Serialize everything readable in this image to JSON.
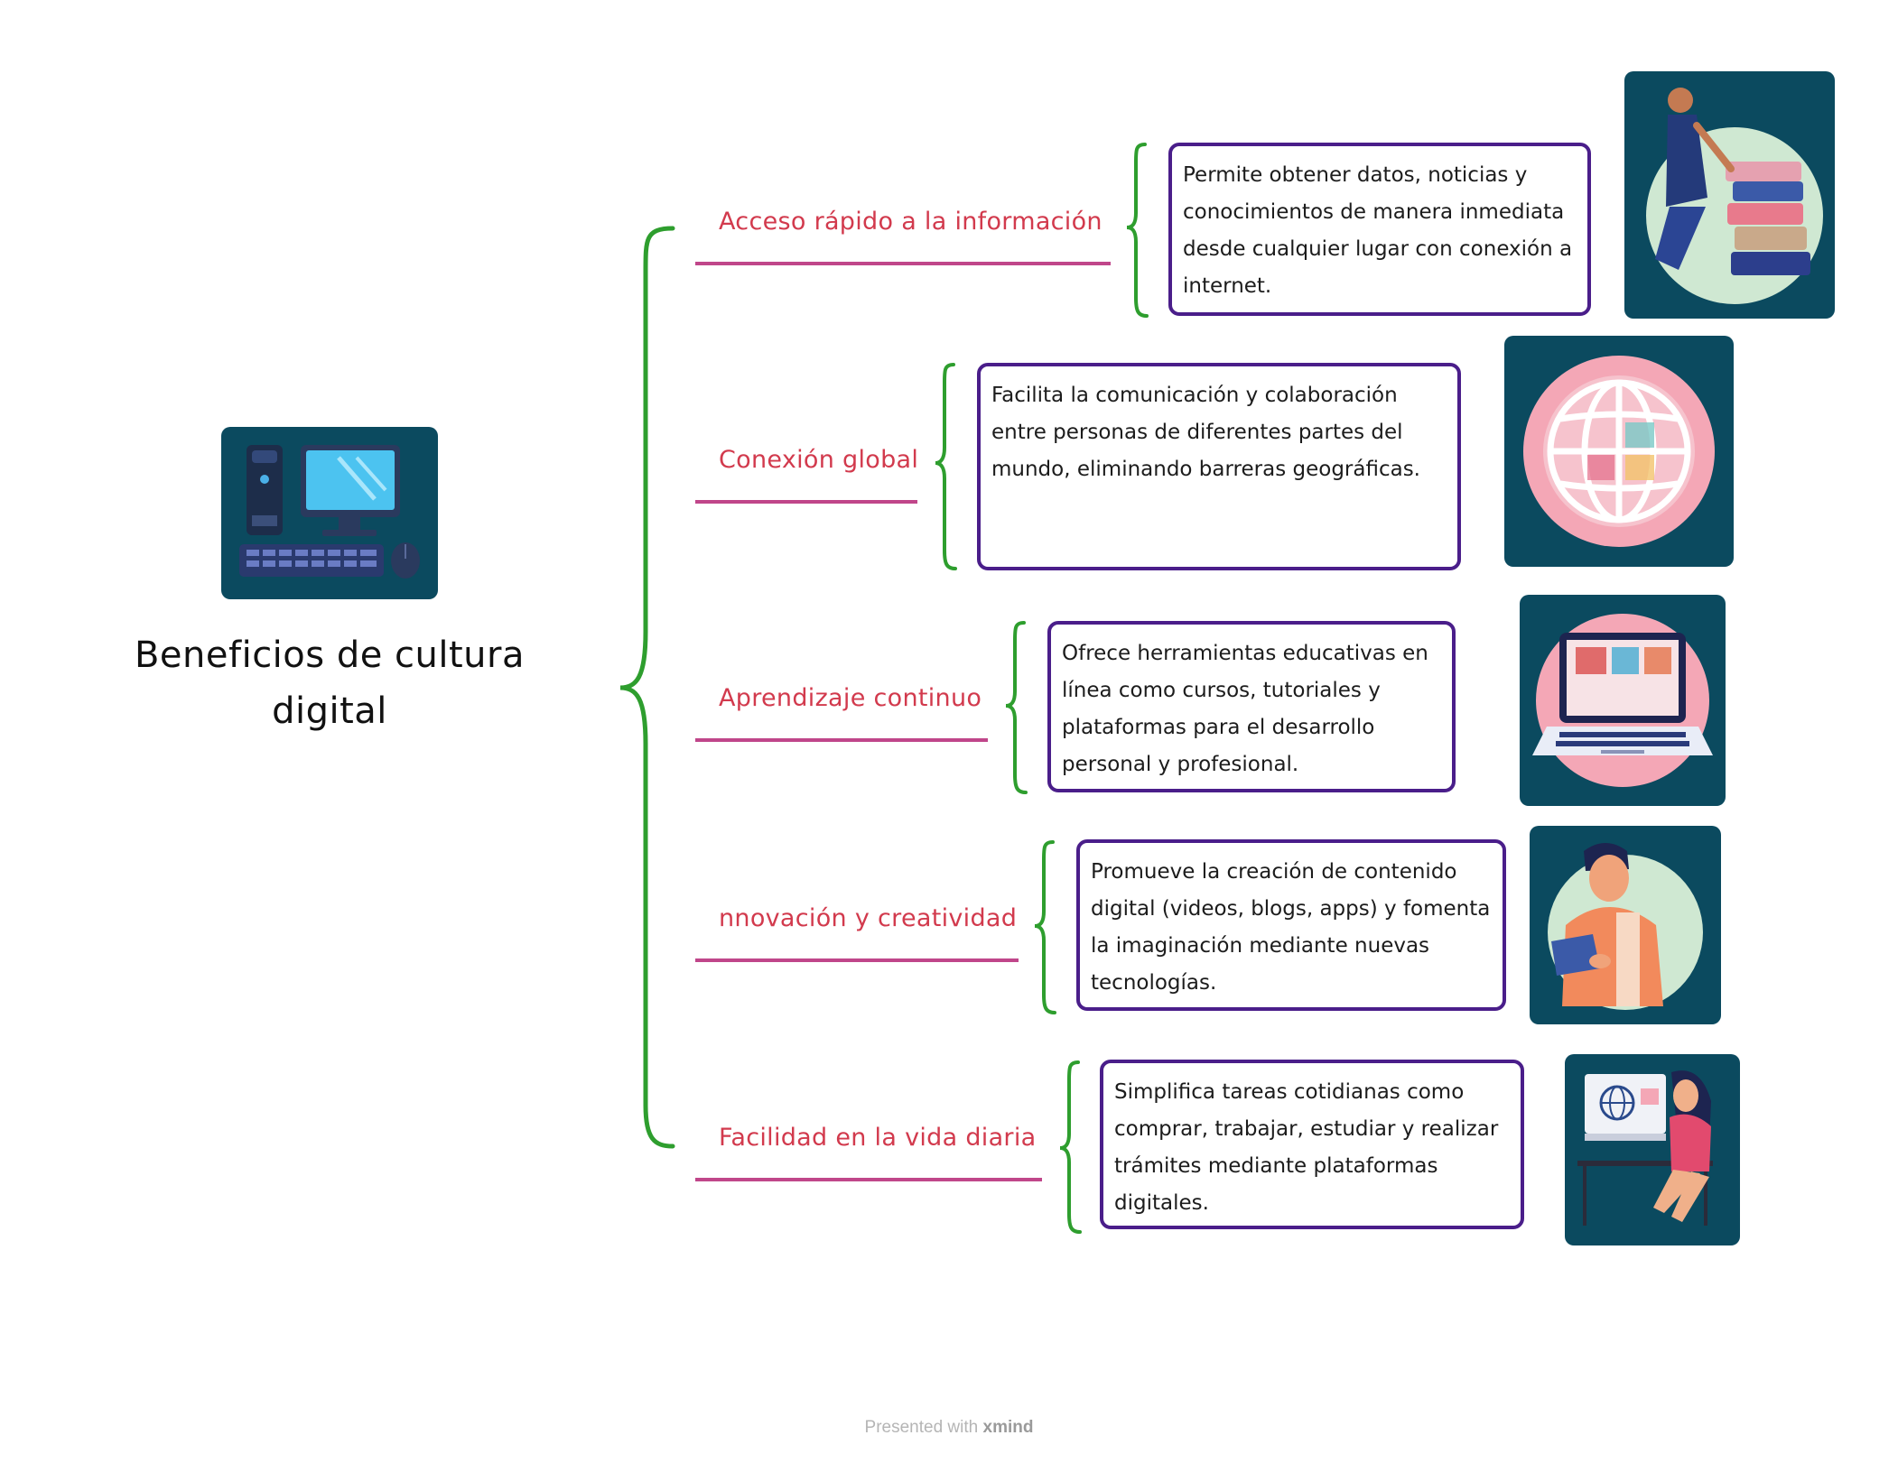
{
  "central": {
    "title": "Beneficios de cultura digital",
    "icon": "desktop-computer-icon"
  },
  "branches": [
    {
      "label": "Acceso rápido a la información",
      "description": "Permite obtener datos, noticias y conocimientos de manera inmediata desde cualquier lugar con conexión a internet.",
      "icon": "person-with-books-illustration"
    },
    {
      "label": "Conexión global",
      "description": "Facilita la comunicación y colaboración entre personas de diferentes partes del mundo, eliminando barreras geográficas.",
      "icon": "globe-illustration"
    },
    {
      "label": "Aprendizaje continuo",
      "description": "Ofrece herramientas educativas en línea como cursos, tutoriales y plataformas para el desarrollo personal y profesional.",
      "icon": "laptop-illustration"
    },
    {
      "label": "nnovación y creatividad",
      "description": "Promueve la creación de contenido digital (videos, blogs, apps) y fomenta la imaginación mediante nuevas tecnologías.",
      "icon": "person-with-tablet-illustration"
    },
    {
      "label": "Facilidad en la vida diaria",
      "description": "Simplifica tareas cotidianas como comprar, trabajar, estudiar y realizar trámites mediante plataformas digitales.",
      "icon": "woman-at-computer-illustration"
    }
  ],
  "footer": {
    "prefix": "Presented with",
    "brand": "xmind"
  },
  "colors": {
    "branch_label": "#d23a4d",
    "underline": "#c0468a",
    "bracket": "#2e9e2e",
    "box_border": "#4a1e8a",
    "illustration_bg": "#0b4a5f"
  }
}
